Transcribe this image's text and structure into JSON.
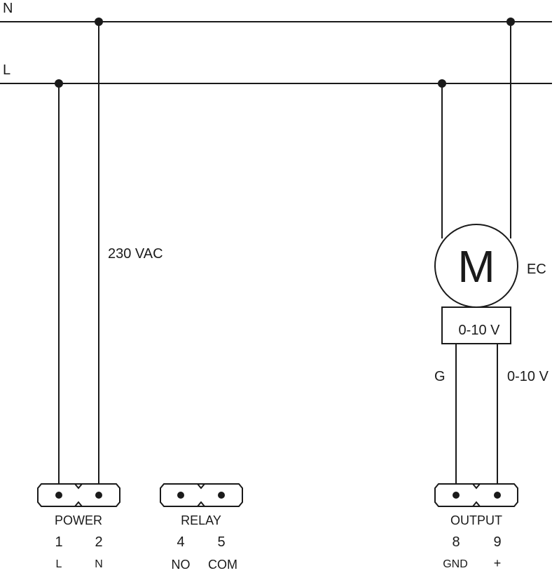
{
  "rails": {
    "n_label": "N",
    "l_label": "L"
  },
  "supply_label": "230 VAC",
  "motor": {
    "symbol": "M",
    "type_label": "EC",
    "control_label": "0-10 V"
  },
  "wires": {
    "g_label": "G",
    "signal_label": "0-10 V"
  },
  "terminals": {
    "power": {
      "title": "POWER",
      "numbers": [
        "1",
        "2"
      ],
      "pins": [
        "L",
        "N"
      ]
    },
    "relay": {
      "title": "RELAY",
      "numbers": [
        "4",
        "5"
      ],
      "pins": [
        "NO",
        "COM"
      ]
    },
    "output": {
      "title": "OUTPUT",
      "numbers": [
        "8",
        "9"
      ],
      "pins": [
        "GND",
        "+"
      ]
    }
  },
  "colors": {
    "line": "#1a1a1a",
    "background": "#ffffff"
  }
}
